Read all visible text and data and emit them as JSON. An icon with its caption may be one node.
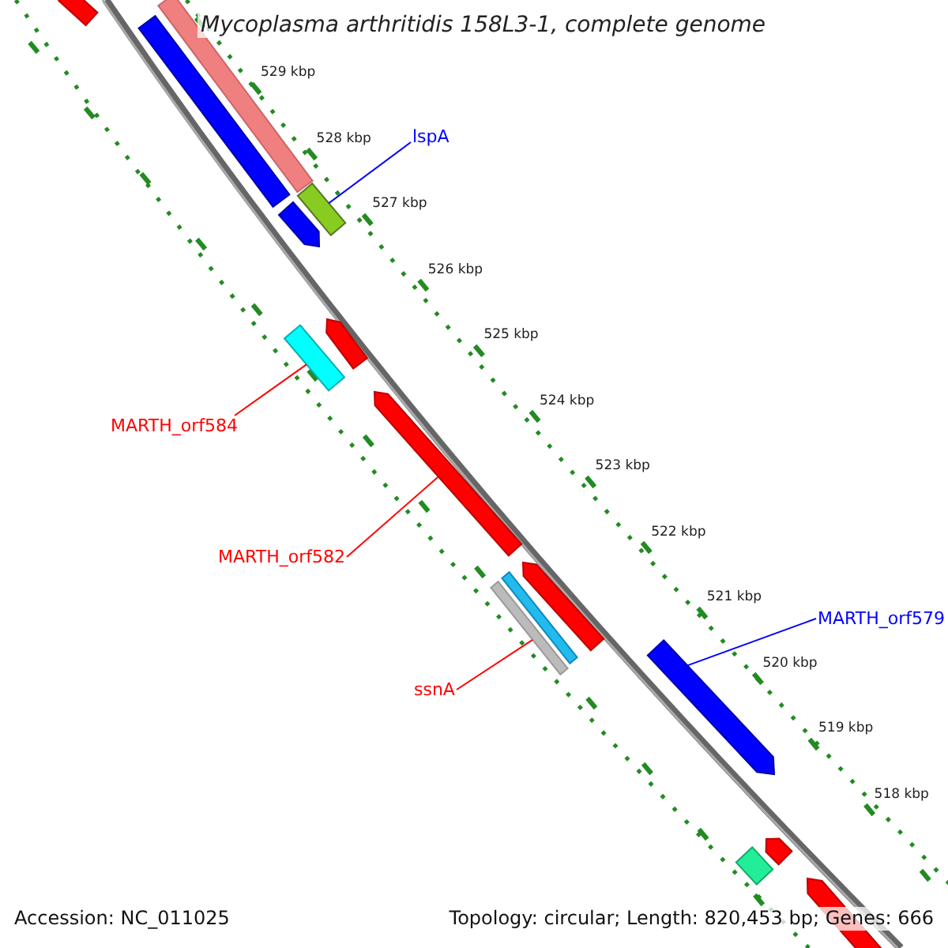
{
  "diagram": {
    "title": "Mycoplasma arthritidis 158L3-1, complete genome",
    "nodes": [
      {
        "text": [
          "lspA"
        ]
      },
      {
        "text": [],
        "shape": "bar"
      },
      {
        "text": [
          "MARTH_orf584"
        ]
      },
      {
        "text": [],
        "shape": "bar"
      },
      {
        "text": [
          "MARTH_orf582"
        ]
      },
      {
        "text": [],
        "shape": "bar"
      },
      {
        "text": [
          "ssnA"
        ]
      },
      {
        "text": [],
        "shape": "bar"
      },
      {
        "text": [
          "MARTH_orf579"
        ]
      },
      {
        "text": [],
        "shape": "bar"
      }
    ],
    "edges": [
      {
        "from": 0,
        "to": 1,
        "arrow": "none",
        "color": "#0000ff"
      },
      {
        "from": 2,
        "to": 3,
        "arrow": "none"
      },
      {
        "from": 4,
        "to": 5,
        "arrow": "none"
      },
      {
        "from": 6,
        "to": 7,
        "arrow": "none"
      },
      {
        "from": 8,
        "to": 9,
        "arrow": "none",
        "color": "#0000ff"
      }
    ],
    "labels": [
      "529 kbp",
      "528 kbp",
      "527 kbp",
      "526 kbp",
      "525 kbp",
      "524 kbp",
      "523 kbp",
      "522 kbp",
      "521 kbp",
      "520 kbp",
      "519 kbp",
      "518 kbp",
      "Accession: NC_011025",
      "Topology: circular; Length: 820,453 bp; Genes: 666"
    ]
  }
}
